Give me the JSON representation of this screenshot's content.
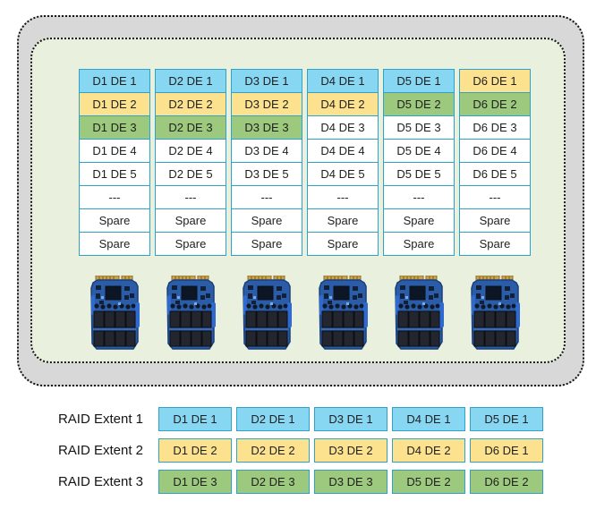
{
  "colors": {
    "blue": "#87D7F2",
    "yellow": "#FCE28E",
    "green": "#9DC97E",
    "white": "#FFFFFF",
    "cell_border": "#2EA3C9",
    "inner_bg": "#E9F1DE",
    "outer_bg": "#D8D8D8"
  },
  "pool": {
    "columns": [
      {
        "cells": [
          {
            "label": "D1 DE 1",
            "color": "blue"
          },
          {
            "label": "D1 DE 2",
            "color": "yellow"
          },
          {
            "label": "D1 DE 3",
            "color": "green"
          },
          {
            "label": "D1 DE 4",
            "color": "white"
          },
          {
            "label": "D1 DE 5",
            "color": "white"
          },
          {
            "label": "---",
            "color": "white"
          },
          {
            "label": "Spare",
            "color": "white"
          },
          {
            "label": "Spare",
            "color": "white"
          }
        ]
      },
      {
        "cells": [
          {
            "label": "D2 DE 1",
            "color": "blue"
          },
          {
            "label": "D2 DE 2",
            "color": "yellow"
          },
          {
            "label": "D2 DE 3",
            "color": "green"
          },
          {
            "label": "D2 DE 4",
            "color": "white"
          },
          {
            "label": "D2 DE 5",
            "color": "white"
          },
          {
            "label": "---",
            "color": "white"
          },
          {
            "label": "Spare",
            "color": "white"
          },
          {
            "label": "Spare",
            "color": "white"
          }
        ]
      },
      {
        "cells": [
          {
            "label": "D3 DE 1",
            "color": "blue"
          },
          {
            "label": "D3 DE 2",
            "color": "yellow"
          },
          {
            "label": "D3 DE 3",
            "color": "green"
          },
          {
            "label": "D3 DE 4",
            "color": "white"
          },
          {
            "label": "D3 DE 5",
            "color": "white"
          },
          {
            "label": "---",
            "color": "white"
          },
          {
            "label": "Spare",
            "color": "white"
          },
          {
            "label": "Spare",
            "color": "white"
          }
        ]
      },
      {
        "cells": [
          {
            "label": "D4 DE 1",
            "color": "blue"
          },
          {
            "label": "D4 DE 2",
            "color": "yellow"
          },
          {
            "label": "D4 DE 3",
            "color": "white"
          },
          {
            "label": "D4 DE 4",
            "color": "white"
          },
          {
            "label": "D4 DE 5",
            "color": "white"
          },
          {
            "label": "---",
            "color": "white"
          },
          {
            "label": "Spare",
            "color": "white"
          },
          {
            "label": "Spare",
            "color": "white"
          }
        ]
      },
      {
        "cells": [
          {
            "label": "D5 DE 1",
            "color": "blue"
          },
          {
            "label": "D5 DE 2",
            "color": "green"
          },
          {
            "label": "D5 DE 3",
            "color": "white"
          },
          {
            "label": "D5 DE 4",
            "color": "white"
          },
          {
            "label": "D5 DE 5",
            "color": "white"
          },
          {
            "label": "---",
            "color": "white"
          },
          {
            "label": "Spare",
            "color": "white"
          },
          {
            "label": "Spare",
            "color": "white"
          }
        ]
      },
      {
        "cells": [
          {
            "label": "D6 DE 1",
            "color": "yellow"
          },
          {
            "label": "D6 DE 2",
            "color": "green"
          },
          {
            "label": "D6 DE 3",
            "color": "white"
          },
          {
            "label": "D6 DE 4",
            "color": "white"
          },
          {
            "label": "D6 DE 5",
            "color": "white"
          },
          {
            "label": "---",
            "color": "white"
          },
          {
            "label": "Spare",
            "color": "white"
          },
          {
            "label": "Spare",
            "color": "white"
          }
        ]
      }
    ]
  },
  "drives": {
    "count": 6,
    "icon": "ssd-drive-icon"
  },
  "raid_extents": [
    {
      "label": "RAID Extent 1",
      "color": "blue",
      "cells": [
        "D1 DE 1",
        "D2 DE 1",
        "D3 DE 1",
        "D4 DE 1",
        "D5 DE 1"
      ]
    },
    {
      "label": "RAID Extent 2",
      "color": "yellow",
      "cells": [
        "D1 DE 2",
        "D2 DE 2",
        "D3 DE 2",
        "D4 DE 2",
        "D6 DE 1"
      ]
    },
    {
      "label": "RAID Extent 3",
      "color": "green",
      "cells": [
        "D1 DE 3",
        "D2 DE 3",
        "D3 DE 3",
        "D5 DE 2",
        "D6 DE 2"
      ]
    }
  ]
}
